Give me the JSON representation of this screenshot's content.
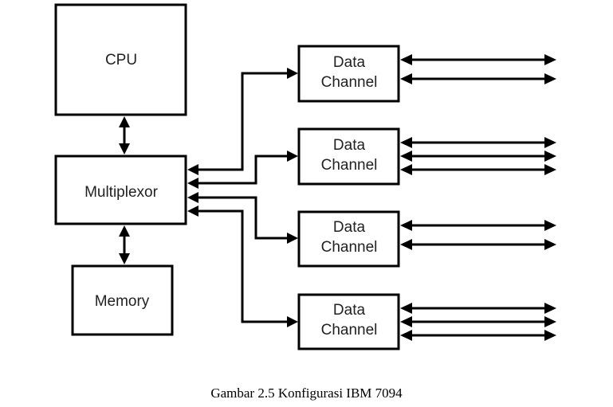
{
  "diagram": {
    "nodes": {
      "cpu": {
        "label": "CPU"
      },
      "multiplexor": {
        "label": "Multiplexor"
      },
      "memory": {
        "label": "Memory"
      },
      "channels": [
        {
          "label_line1": "Data",
          "label_line2": "Channel",
          "io_lines": 2
        },
        {
          "label_line1": "Data",
          "label_line2": "Channel",
          "io_lines": 3
        },
        {
          "label_line1": "Data",
          "label_line2": "Channel",
          "io_lines": 2
        },
        {
          "label_line1": "Data",
          "label_line2": "Channel",
          "io_lines": 3
        }
      ]
    },
    "edges": [
      {
        "from": "cpu",
        "to": "multiplexor",
        "direction": "bidirectional"
      },
      {
        "from": "multiplexor",
        "to": "memory",
        "direction": "bidirectional"
      },
      {
        "from": "multiplexor",
        "to": "channel-1",
        "direction": "bidirectional"
      },
      {
        "from": "multiplexor",
        "to": "channel-2",
        "direction": "bidirectional"
      },
      {
        "from": "multiplexor",
        "to": "channel-3",
        "direction": "bidirectional"
      },
      {
        "from": "multiplexor",
        "to": "channel-4",
        "direction": "bidirectional"
      }
    ]
  },
  "caption": "Gambar 2.5 Konfigurasi IBM 7094"
}
